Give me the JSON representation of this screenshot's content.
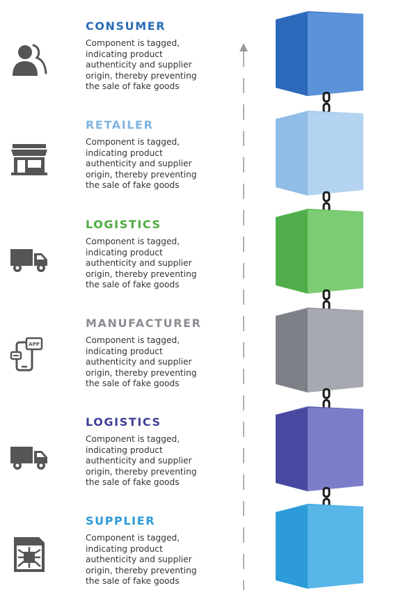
{
  "stages": [
    {
      "title": "CONSUMER",
      "description": "Component is tagged,\nindicating product\nauthenticity and supplier\norigin, thereby preventing\nthe sale of fake goods",
      "icon": "consumer-people-icon",
      "color": "#2a6cb6",
      "cube_colors": {
        "front": "#2d69ba",
        "side": "#5c92d8",
        "top": "#3f7ac6"
      }
    },
    {
      "title": "RETAILER",
      "description": "Component is tagged,\nindicating product\nauthenticity and supplier\norigin, thereby preventing\nthe sale of fake goods",
      "icon": "storefront-icon",
      "color": "#7fb4e0",
      "cube_colors": {
        "front": "#8fbde6",
        "side": "#b3d3f1",
        "top": "#a3c9ec"
      }
    },
    {
      "title": "LOGISTICS",
      "description": "Component is tagged,\nindicating product\nauthenticity and supplier\norigin, thereby preventing\nthe sale of fake goods",
      "icon": "delivery-truck-icon",
      "color": "#4aab3e",
      "cube_colors": {
        "front": "#4fae4a",
        "side": "#7ccc74",
        "top": "#62bd5d"
      }
    },
    {
      "title": "MANUFACTURER",
      "description": "Component is tagged,\nindicating product\nauthenticity and supplier\norigin, thereby preventing\nthe sale of fake goods",
      "icon": "mobile-app-icon",
      "color": "#8b8d93",
      "cube_colors": {
        "front": "#7e8087",
        "side": "#a7a9b0",
        "top": "#93959c"
      }
    },
    {
      "title": "LOGISTICS",
      "description": "Component is tagged,\nindicating product\nauthenticity and supplier\norigin, thereby preventing\nthe sale of fake goods",
      "icon": "delivery-truck-icon",
      "color": "#3e3f96",
      "cube_colors": {
        "front": "#47489f",
        "side": "#7b7dc9",
        "top": "#5f61b5"
      }
    },
    {
      "title": "SUPPLIER",
      "description": "Component is tagged,\nindicating product\nauthenticity and supplier\norigin, thereby preventing\nthe sale of fake goods",
      "icon": "microchip-icon",
      "color": "#2a9ad6",
      "cube_colors": {
        "front": "#2c9bd8",
        "side": "#58b7e8",
        "top": "#42a9e0"
      }
    }
  ],
  "icon_color": "#555555",
  "flow_line_color": "#9a9a9a",
  "chain_color": "#1a1a1a"
}
